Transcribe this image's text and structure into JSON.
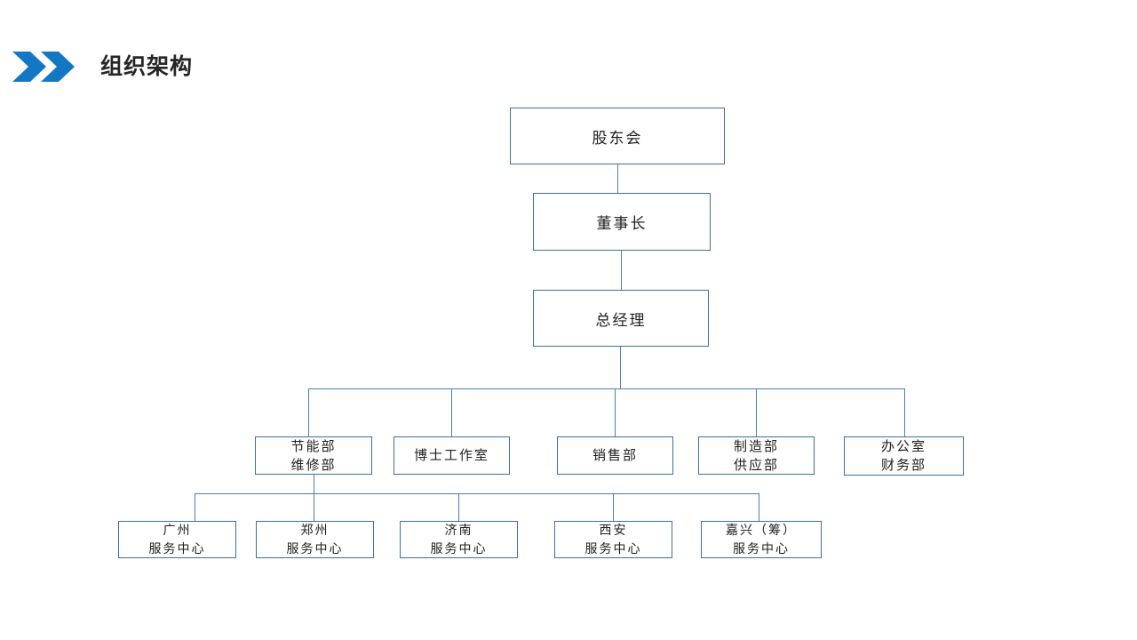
{
  "header": {
    "title": "组织架构",
    "chevron_icon": "double-chevron-right-icon",
    "accent_color": "#1378C4",
    "title_color": "#262626"
  },
  "theme": {
    "box_border_color": "#3d6fa5",
    "connector_color": "#4a7fb5",
    "background": "#ffffff"
  },
  "chart_data": {
    "type": "diagram",
    "diagram_kind": "organization-chart",
    "title": "组织架构",
    "levels": [
      {
        "level": 1,
        "nodes": [
          {
            "id": "shareholders",
            "line1": "股东会",
            "line2": ""
          }
        ]
      },
      {
        "level": 2,
        "nodes": [
          {
            "id": "chairman",
            "line1": "董事长",
            "line2": ""
          }
        ]
      },
      {
        "level": 3,
        "nodes": [
          {
            "id": "general-manager",
            "line1": "总经理",
            "line2": ""
          }
        ]
      },
      {
        "level": 4,
        "nodes": [
          {
            "id": "dept-energy",
            "line1": "节能部",
            "line2": "维修部"
          },
          {
            "id": "dept-doctor-studio",
            "line1": "博士工作室",
            "line2": ""
          },
          {
            "id": "dept-sales",
            "line1": "销售部",
            "line2": ""
          },
          {
            "id": "dept-manufacturing",
            "line1": "制造部",
            "line2": "供应部"
          },
          {
            "id": "dept-office",
            "line1": "办公室",
            "line2": "财务部"
          }
        ]
      },
      {
        "level": 5,
        "nodes": [
          {
            "id": "svc-guangzhou",
            "line1": "广州",
            "line2": "服务中心"
          },
          {
            "id": "svc-zhengzhou",
            "line1": "郑州",
            "line2": "服务中心"
          },
          {
            "id": "svc-jinan",
            "line1": "济南",
            "line2": "服务中心"
          },
          {
            "id": "svc-xian",
            "line1": "西安",
            "line2": "服务中心"
          },
          {
            "id": "svc-jiaxing",
            "line1": "嘉兴（筹）",
            "line2": "服务中心"
          }
        ]
      }
    ],
    "edges": [
      {
        "from": "shareholders",
        "to": "chairman"
      },
      {
        "from": "chairman",
        "to": "general-manager"
      },
      {
        "from": "general-manager",
        "to": "dept-energy"
      },
      {
        "from": "general-manager",
        "to": "dept-doctor-studio"
      },
      {
        "from": "general-manager",
        "to": "dept-sales"
      },
      {
        "from": "general-manager",
        "to": "dept-manufacturing"
      },
      {
        "from": "general-manager",
        "to": "dept-office"
      },
      {
        "from": "dept-energy",
        "to": "svc-guangzhou"
      },
      {
        "from": "dept-energy",
        "to": "svc-zhengzhou"
      },
      {
        "from": "dept-energy",
        "to": "svc-jinan"
      },
      {
        "from": "dept-energy",
        "to": "svc-xian"
      },
      {
        "from": "dept-energy",
        "to": "svc-jiaxing"
      }
    ]
  }
}
